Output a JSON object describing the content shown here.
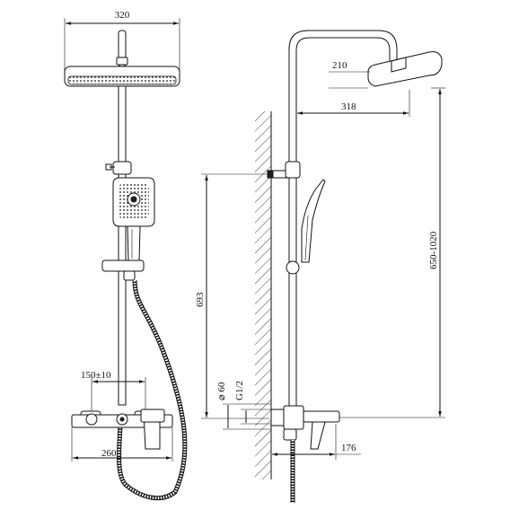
{
  "dimensions": {
    "front": {
      "head_width": "320",
      "spout_spacing": "150±10",
      "base_width": "260"
    },
    "side": {
      "head_drop": "210",
      "arm_reach": "318",
      "height_range": "650-1020",
      "mount_height": "693",
      "diameter": "⌀ 60",
      "thread": "G1/2",
      "spout_reach": "176"
    }
  }
}
